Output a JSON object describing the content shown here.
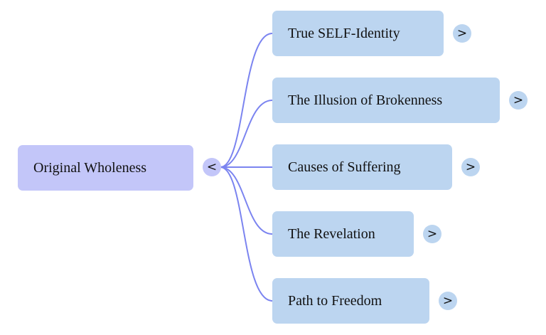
{
  "mindmap": {
    "root": {
      "label": "Original Wholeness",
      "toggle_icon": "<"
    },
    "children": [
      {
        "label": "True SELF-Identity",
        "toggle_icon": ">"
      },
      {
        "label": "The Illusion of Brokenness",
        "toggle_icon": ">"
      },
      {
        "label": "Causes of Suffering",
        "toggle_icon": ">"
      },
      {
        "label": "The Revelation",
        "toggle_icon": ">"
      },
      {
        "label": "Path to Freedom",
        "toggle_icon": ">"
      }
    ],
    "colors": {
      "root_fill": "#c3c6f9",
      "child_fill": "#bcd5f0",
      "link_stroke": "#7b84f0"
    }
  }
}
